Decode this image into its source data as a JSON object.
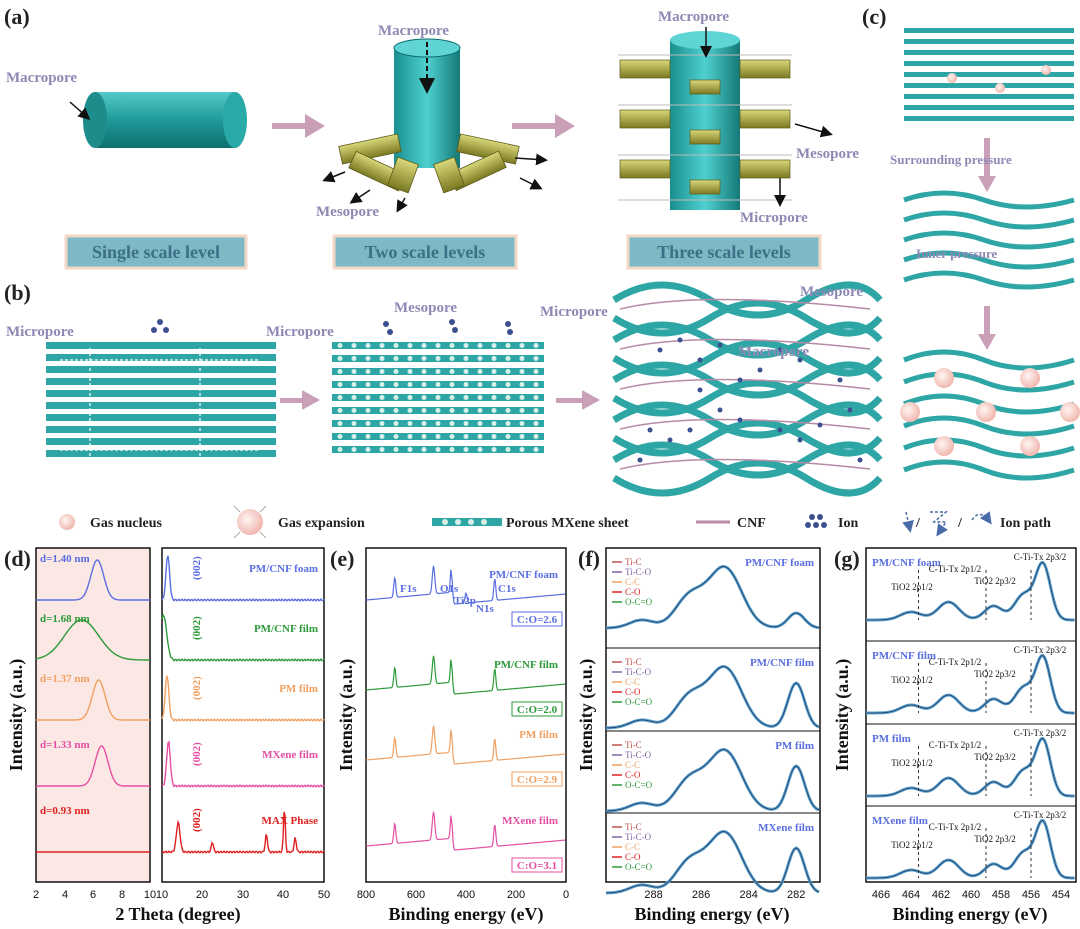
{
  "panel_labels": {
    "a": "(a)",
    "b": "(b)",
    "c": "(c)",
    "d": "(d)",
    "e": "(e)",
    "f": "(f)",
    "g": "(g)"
  },
  "panel_a": {
    "labels": {
      "macropore": "Macropore",
      "mesopore": "Mesopore",
      "micropore": "Micropore"
    },
    "scale_levels": [
      "Single scale level",
      "Two scale levels",
      "Three scale levels"
    ]
  },
  "panel_b": {
    "labels": {
      "micropore": "Micropore",
      "mesopore": "Mesopore",
      "macropore": "Macropore"
    }
  },
  "panel_c": {
    "surrounding_pressure": "Surrounding pressure",
    "inner_pressure": "Inner pressure"
  },
  "legend": {
    "gas_nucleus": "Gas nucleus",
    "gas_expansion": "Gas expansion",
    "porous_mxene": "Porous MXene sheet",
    "cnf": "CNF",
    "ion": "Ion",
    "ion_path": "Ion path"
  },
  "colors": {
    "sheet": "#2fa6a6",
    "cnf": "#b78aa6",
    "ion": "#3c4f8f",
    "arrow": "#c9a0b8",
    "foam": "#5a6ee0",
    "film": "#2d9a3a",
    "pm": "#f0a060",
    "mxene": "#e54fa3",
    "max": "#e02020"
  },
  "chart_data": [
    {
      "type": "line",
      "panel": "d",
      "xlabel": "2 Theta (degree)",
      "ylabel": "Intensity (a.u.)",
      "x_ticks": [
        "2",
        "4",
        "6",
        "8",
        "10",
        "10",
        "20",
        "30",
        "40",
        "50"
      ],
      "series": [
        {
          "name": "PM/CNF foam",
          "annotation": "d=1.40 nm",
          "peak_label": "(002)"
        },
        {
          "name": "PM/CNF film",
          "annotation": "d=1.68 nm",
          "peak_label": "(002)"
        },
        {
          "name": "PM film",
          "annotation": "d=1.37 nm",
          "peak_label": "(002)"
        },
        {
          "name": "MXene film",
          "annotation": "d=1.33 nm",
          "peak_label": "(002)"
        },
        {
          "name": "MAX Phase",
          "annotation": "d=0.93 nm",
          "peak_label": "(002)"
        }
      ]
    },
    {
      "type": "line",
      "panel": "e",
      "xlabel": "Binding energy (eV)",
      "ylabel": "Intensity (a.u.)",
      "xlim": [
        800,
        0
      ],
      "x_ticks": [
        "800",
        "600",
        "400",
        "200",
        "0"
      ],
      "peak_labels": [
        "F1s",
        "O1s",
        "Ti2p",
        "N1s",
        "C1s"
      ],
      "series": [
        {
          "name": "PM/CNF foam",
          "ratio": "C:O=2.6"
        },
        {
          "name": "PM/CNF film",
          "ratio": "C:O=2.0"
        },
        {
          "name": "PM film",
          "ratio": "C:O=2.9"
        },
        {
          "name": "MXene film",
          "ratio": "C:O=3.1"
        }
      ]
    },
    {
      "type": "line",
      "panel": "f",
      "xlabel": "Binding energy (eV)",
      "ylabel": "Intensity (a.u.)",
      "xlim": [
        290,
        281
      ],
      "x_ticks": [
        "288",
        "286",
        "284",
        "282"
      ],
      "components": [
        "Ti-C",
        "Ti-C-O",
        "C-C",
        "C-O",
        "O-C=O"
      ],
      "series": [
        {
          "name": "PM/CNF foam"
        },
        {
          "name": "PM/CNF film"
        },
        {
          "name": "PM film"
        },
        {
          "name": "MXene film"
        }
      ]
    },
    {
      "type": "line",
      "panel": "g",
      "xlabel": "Binding energy (eV)",
      "ylabel": "Intensity (a.u.)",
      "xlim": [
        467,
        453
      ],
      "x_ticks": [
        "466",
        "464",
        "462",
        "460",
        "458",
        "456",
        "454"
      ],
      "peak_labels": [
        "C-Ti-Tx 2p3/2",
        "C-Ti-Tx 2p1/2",
        "TiO2 2p3/2",
        "TiO2 2p1/2"
      ],
      "series": [
        {
          "name": "PM/CNF foam"
        },
        {
          "name": "PM/CNF film"
        },
        {
          "name": "PM film"
        },
        {
          "name": "MXene film"
        }
      ]
    }
  ]
}
